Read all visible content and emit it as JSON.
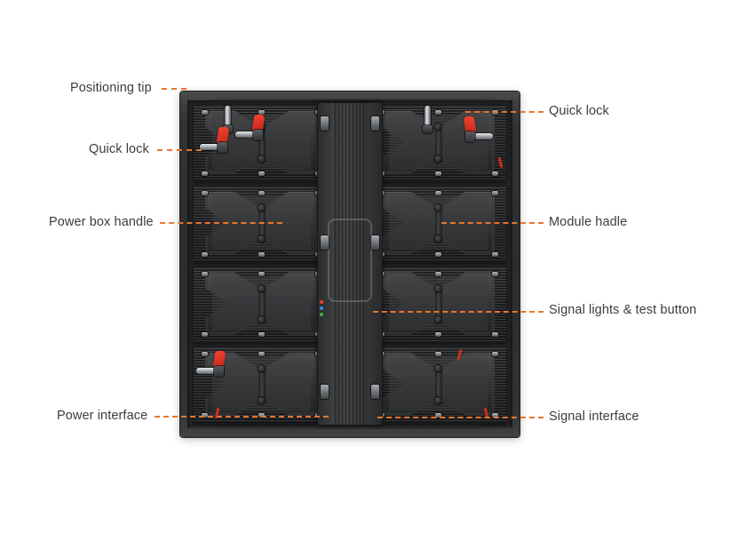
{
  "diagram": {
    "title": "LED display cabinet rear view with component callouts",
    "background_color": "#ffffff",
    "leader_line_color": "#e8762c",
    "label_text_color": "#3c3c3c",
    "accent_color": "#e03a22"
  },
  "callouts": {
    "positioning_tip": "Positioning tip",
    "quick_lock_left": "Quick lock",
    "quick_lock_right": "Quick lock",
    "power_box_handle": "Power box handle",
    "module_handle": "Module hadle",
    "signal_lights_test_button": "Signal lights & test button",
    "power_interface": "Power interface",
    "signal_interface": "Signal interface"
  },
  "cabinet": {
    "module_rows": 4,
    "module_columns": 2,
    "module_count": 8,
    "frame_color": "#2c2d2f",
    "module_color": "#323436",
    "quick_lock_color": "#e03a22",
    "indicator_lights": [
      {
        "name": "red-indicator",
        "color": "#e03a22"
      },
      {
        "name": "blue-indicator",
        "color": "#2f86d8"
      },
      {
        "name": "green-indicator",
        "color": "#3fa83f"
      }
    ]
  }
}
